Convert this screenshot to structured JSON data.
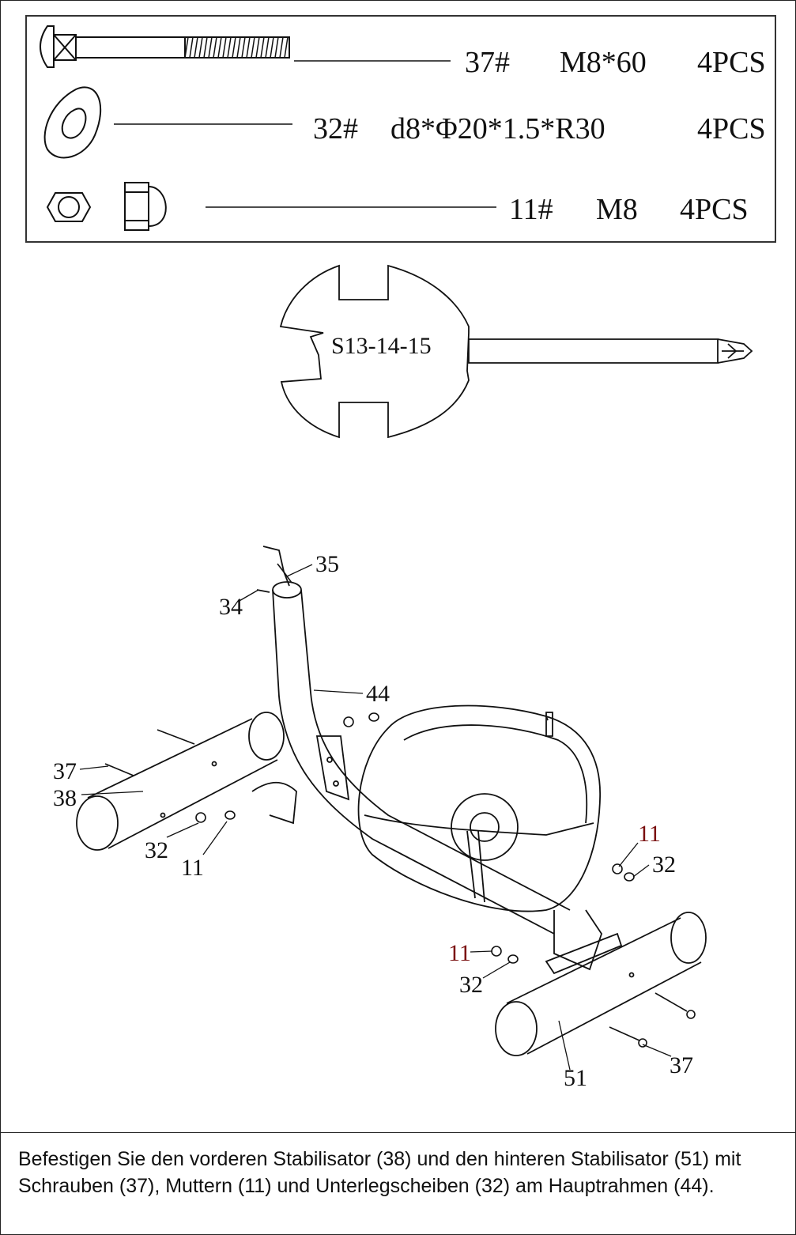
{
  "parts": [
    {
      "id": "part-37",
      "number": "37#",
      "spec": "M8*60",
      "qty": "4PCS",
      "icon": "carriage-bolt-icon"
    },
    {
      "id": "part-32",
      "number": "32#",
      "spec": "d8*Φ20*1.5*R30",
      "qty": "4PCS",
      "icon": "curved-washer-icon"
    },
    {
      "id": "part-11",
      "number": "11#",
      "spec": "M8",
      "qty": "4PCS",
      "icon": "cap-nut-icon"
    }
  ],
  "tool": {
    "label": "S13-14-15",
    "icon": "multi-wrench-screwdriver-icon"
  },
  "callouts": {
    "c35": "35",
    "c34": "34",
    "c44": "44",
    "c37_front": "37",
    "c38": "38",
    "c32_front": "32",
    "c11_front": "11",
    "c11_right": "11",
    "c32_right": "32",
    "c11_bottom": "11",
    "c32_bottom": "32",
    "c51": "51",
    "c37_rear": "37"
  },
  "caption": "Befestigen Sie den vorderen Stabilisator (38) und den hinteren Stabilisator (51) mit Schrauben (37), Muttern (11) und Unterlegscheiben (32) am Hauptrahmen (44).",
  "colors": {
    "line": "#111111",
    "callout_red": "#7a1010"
  }
}
